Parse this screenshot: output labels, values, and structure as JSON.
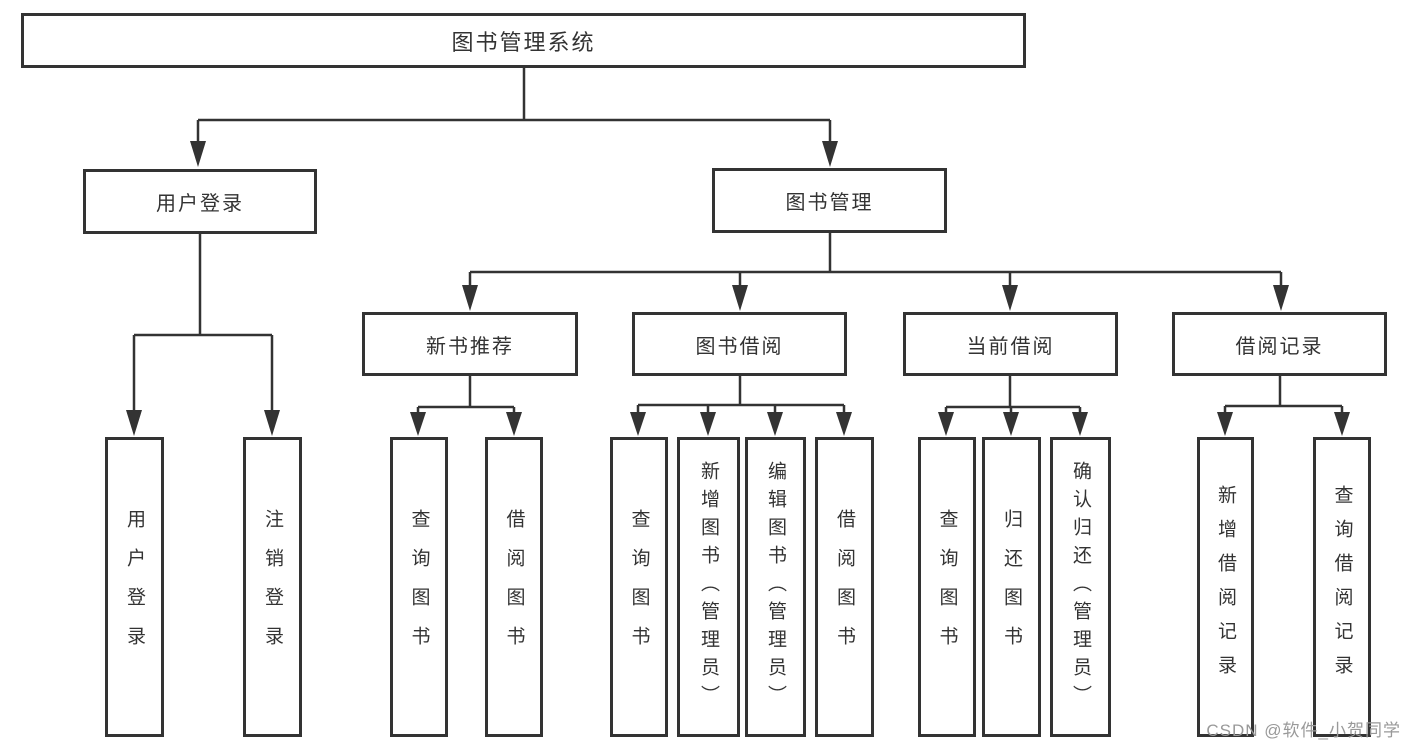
{
  "diagram": {
    "root": {
      "label": "图书管理系统"
    },
    "level2": [
      {
        "label": "用户登录"
      },
      {
        "label": "图书管理"
      }
    ],
    "level3": [
      {
        "label": "新书推荐",
        "parent": "图书管理"
      },
      {
        "label": "图书借阅",
        "parent": "图书管理"
      },
      {
        "label": "当前借阅",
        "parent": "图书管理"
      },
      {
        "label": "借阅记录",
        "parent": "图书管理"
      }
    ],
    "leaves": [
      {
        "label": "用户登录",
        "parent": "用户登录"
      },
      {
        "label": "注销登录",
        "parent": "用户登录"
      },
      {
        "label": "查询图书",
        "parent": "新书推荐"
      },
      {
        "label": "借阅图书",
        "parent": "新书推荐"
      },
      {
        "label": "查询图书",
        "parent": "图书借阅"
      },
      {
        "label": "新增图书（管理员）",
        "parent": "图书借阅"
      },
      {
        "label": "编辑图书（管理员）",
        "parent": "图书借阅"
      },
      {
        "label": "借阅图书",
        "parent": "图书借阅"
      },
      {
        "label": "查询图书",
        "parent": "当前借阅"
      },
      {
        "label": "归还图书",
        "parent": "当前借阅"
      },
      {
        "label": "确认归还（管理员）",
        "parent": "当前借阅"
      },
      {
        "label": "新增借阅记录",
        "parent": "借阅记录"
      },
      {
        "label": "查询借阅记录",
        "parent": "借阅记录"
      }
    ]
  },
  "watermark": "CSDN @软件_小贺同学",
  "colors": {
    "line": "#333333",
    "text": "#333333",
    "watermark": "#999999",
    "background": "#ffffff"
  }
}
